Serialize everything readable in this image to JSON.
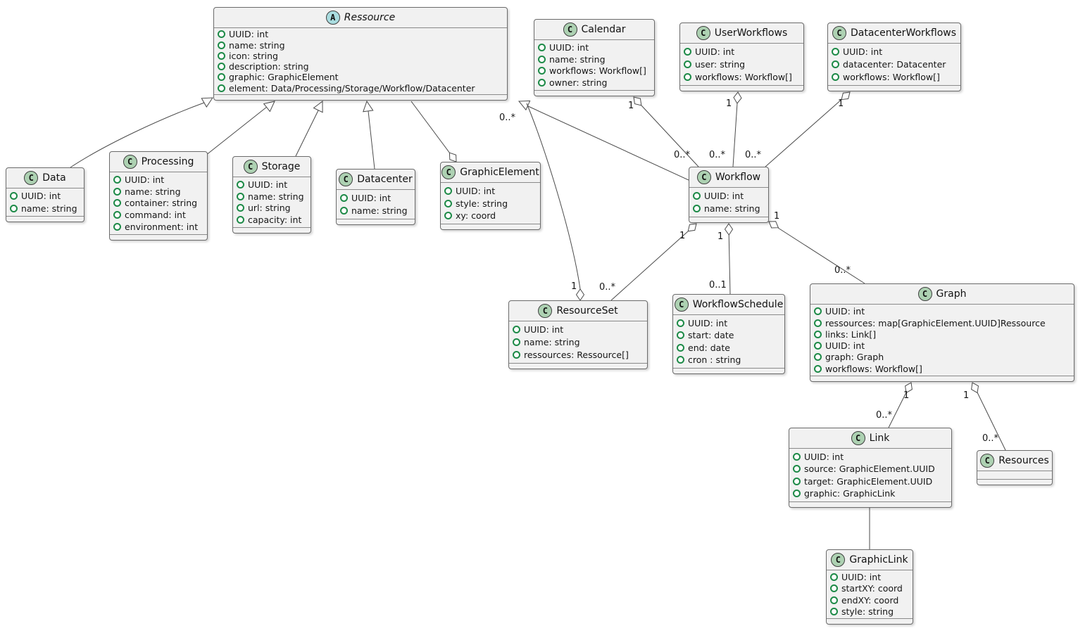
{
  "colors": {
    "class_fill": "#f1f1f1",
    "class_border": "#6b6b6b",
    "class_spot_green": "#ADD1B2",
    "abstract_spot_blue": "#A9DCDF",
    "visibility_icon_green": "#1d8a47",
    "edge_line": "#4a4a4a",
    "text": "#131313"
  },
  "classes": {
    "ressource": {
      "stereotype": "A",
      "name": "Ressource",
      "abstract": true,
      "attributes": [
        "UUID: int",
        "name: string",
        "icon: string",
        "description: string",
        "graphic: GraphicElement",
        "element: Data/Processing/Storage/Workflow/Datacenter"
      ]
    },
    "data": {
      "stereotype": "C",
      "name": "Data",
      "abstract": false,
      "attributes": [
        "UUID: int",
        "name: string"
      ]
    },
    "processing": {
      "stereotype": "C",
      "name": "Processing",
      "abstract": false,
      "attributes": [
        "UUID: int",
        "name: string",
        "container: string",
        "command: int",
        "environment: int"
      ]
    },
    "storage": {
      "stereotype": "C",
      "name": "Storage",
      "abstract": false,
      "attributes": [
        "UUID: int",
        "name: string",
        "url: string",
        "capacity: int"
      ]
    },
    "datacenter": {
      "stereotype": "C",
      "name": "Datacenter",
      "abstract": false,
      "attributes": [
        "UUID: int",
        "name: string"
      ]
    },
    "graphicelement": {
      "stereotype": "C",
      "name": "GraphicElement",
      "abstract": false,
      "attributes": [
        "UUID: int",
        "style: string",
        "xy: coord"
      ]
    },
    "calendar": {
      "stereotype": "C",
      "name": "Calendar",
      "abstract": false,
      "attributes": [
        "UUID: int",
        "name: string",
        "workflows: Workflow[]",
        "owner: string"
      ]
    },
    "userworkflows": {
      "stereotype": "C",
      "name": "UserWorkflows",
      "abstract": false,
      "attributes": [
        "UUID: int",
        "user: string",
        "workflows: Workflow[]"
      ]
    },
    "datacenterworkflows": {
      "stereotype": "C",
      "name": "DatacenterWorkflows",
      "abstract": false,
      "attributes": [
        "UUID: int",
        "datacenter: Datacenter",
        "workflows: Workflow[]"
      ]
    },
    "workflow": {
      "stereotype": "C",
      "name": "Workflow",
      "abstract": false,
      "attributes": [
        "UUID: int",
        "name: string"
      ]
    },
    "resourceset": {
      "stereotype": "C",
      "name": "ResourceSet",
      "abstract": false,
      "attributes": [
        "UUID: int",
        "name: string",
        "ressources: Ressource[]"
      ]
    },
    "workflowschedule": {
      "stereotype": "C",
      "name": "WorkflowSchedule",
      "abstract": false,
      "attributes": [
        "UUID: int",
        "start: date",
        "end: date",
        "cron : string"
      ]
    },
    "graph": {
      "stereotype": "C",
      "name": "Graph",
      "abstract": false,
      "attributes": [
        "UUID: int",
        "ressources: map[GraphicElement.UUID]Ressource",
        "links: Link[]",
        "UUID: int",
        "graph: Graph",
        "workflows: Workflow[]"
      ]
    },
    "link": {
      "stereotype": "C",
      "name": "Link",
      "abstract": false,
      "attributes": [
        "UUID: int",
        "source: GraphicElement.UUID",
        "target: GraphicElement.UUID",
        "graphic: GraphicLink"
      ]
    },
    "resources": {
      "stereotype": "C",
      "name": "Resources",
      "abstract": false,
      "attributes": []
    },
    "graphiclink": {
      "stereotype": "C",
      "name": "GraphicLink",
      "abstract": false,
      "attributes": [
        "UUID: int",
        "startXY: coord",
        "endXY: coord",
        "style: string"
      ]
    }
  },
  "relationships": [
    {
      "id": "data-ressource",
      "from": "Data",
      "to": "Ressource",
      "type": "generalization"
    },
    {
      "id": "processing-ressource",
      "from": "Processing",
      "to": "Ressource",
      "type": "generalization"
    },
    {
      "id": "storage-ressource",
      "from": "Storage",
      "to": "Ressource",
      "type": "generalization"
    },
    {
      "id": "datacenter-ressource",
      "from": "Datacenter",
      "to": "Ressource",
      "type": "generalization"
    },
    {
      "id": "workflow-ressource",
      "from": "Workflow",
      "to": "Ressource",
      "type": "generalization"
    },
    {
      "id": "graphicelement-ressource",
      "from": "GraphicElement",
      "to": "Ressource",
      "type": "aggregation"
    },
    {
      "id": "calendar-workflow",
      "from": "Calendar",
      "to": "Workflow",
      "type": "aggregation",
      "from_label": "1",
      "to_label": "0..*"
    },
    {
      "id": "userworkflows-workflow",
      "from": "UserWorkflows",
      "to": "Workflow",
      "type": "aggregation",
      "from_label": "1",
      "to_label": "0..*"
    },
    {
      "id": "datacenterworkflows-workflow",
      "from": "DatacenterWorkflows",
      "to": "Workflow",
      "type": "aggregation",
      "from_label": "1",
      "to_label": "0..*"
    },
    {
      "id": "workflow-resourceset",
      "from": "Workflow",
      "to": "ResourceSet",
      "type": "aggregation",
      "from_label": "1",
      "to_label": "0..*"
    },
    {
      "id": "workflow-workflowschedule",
      "from": "Workflow",
      "to": "WorkflowSchedule",
      "type": "aggregation",
      "from_label": "1",
      "to_label": "0..1"
    },
    {
      "id": "workflow-graph",
      "from": "Workflow",
      "to": "Graph",
      "type": "aggregation",
      "from_label": "1",
      "to_label": "0..*"
    },
    {
      "id": "resourceset-ressource",
      "from": "ResourceSet",
      "to": "Ressource",
      "type": "aggregation",
      "from_label": "1",
      "to_label": "0..*"
    },
    {
      "id": "graph-link",
      "from": "Graph",
      "to": "Link",
      "type": "aggregation",
      "from_label": "1",
      "to_label": "0..*"
    },
    {
      "id": "graph-resources",
      "from": "Graph",
      "to": "Resources",
      "type": "aggregation",
      "from_label": "1",
      "to_label": "0..*"
    },
    {
      "id": "link-graphiclink",
      "from": "Link",
      "to": "GraphicLink",
      "type": "association"
    }
  ]
}
